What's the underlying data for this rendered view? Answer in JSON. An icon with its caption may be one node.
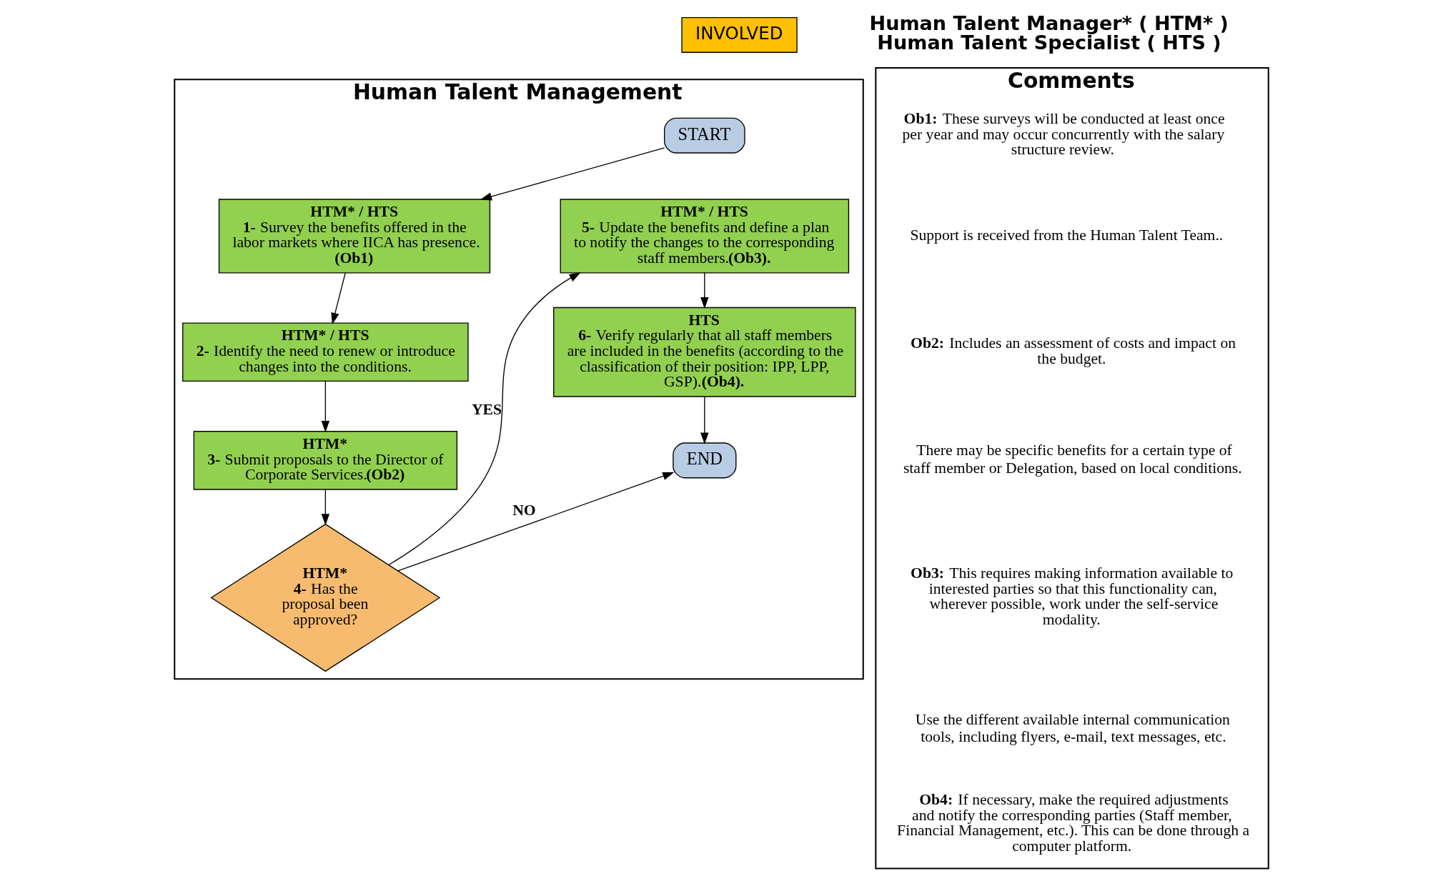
{
  "diagram": {
    "nodes": [
      {
        "text": [
          "INVOLVED"
        ]
      },
      {
        "text": [
          "Human Talent Management"
        ]
      },
      {
        "text": [
          "Comments"
        ]
      },
      {
        "text": [
          "START"
        ],
        "in": 1
      },
      {
        "text": [
          "HTM* / HTS",
          "**1-** Survey the benefits offered in the labor markets where IICA has presence. **(Ob1)**"
        ],
        "in": 1
      },
      {
        "text": [
          "HTM* / HTS",
          "**2-** Identify the need to renew or introduce changes into the conditions."
        ],
        "in": 1
      },
      {
        "text": [
          "HTM*",
          "**3-** Submit proposals to the Director of Corporate Services.**(Ob2)**"
        ],
        "in": 1
      },
      {
        "text": [
          "HTM*",
          "**4-** Has the proposal been approved?"
        ],
        "in": 1
      },
      {
        "text": [
          "HTM* / HTS",
          "**5-** Update the benefits and define a plan to notify the changes to the corresponding staff members.**(Ob3).**"
        ],
        "in": 1
      },
      {
        "text": [
          "HTS",
          "**6-** Verify regularly that all staff members are included in the benefits (according to the classification of their position: IPP, LPP, GSP).**(Ob4).**"
        ],
        "in": 1
      },
      {
        "text": [
          "END"
        ],
        "in": 1
      }
    ],
    "edges": [
      {
        "from": 3,
        "to": 4,
        "arrow": "to"
      },
      {
        "from": 4,
        "to": 5,
        "arrow": "to"
      },
      {
        "from": 5,
        "to": 6,
        "arrow": "to"
      },
      {
        "from": 6,
        "to": 7,
        "arrow": "to"
      },
      {
        "from": 7,
        "to": 8,
        "arrow": "to",
        "label": "YES"
      },
      {
        "from": 8,
        "to": 9,
        "arrow": "to"
      },
      {
        "from": 9,
        "to": 10,
        "arrow": "to"
      },
      {
        "from": 7,
        "to": 10,
        "arrow": "to",
        "label": "NO"
      }
    ],
    "labels": [
      "Human Talent Manager* ( HTM* )",
      "Human Talent Specialist ( HTS )",
      "**Ob1:** These surveys will be conducted at least once per year and may occur concurrently with the salary structure review.",
      "Support is received from the Human Talent Team..",
      "**Ob2:** Includes an assessment of costs and impact on the budget.",
      "There may be specific benefits for a certain type of staff member or Delegation, based on local conditions.",
      "**Ob3:** This requires making information available to interested parties so that this functionality can, wherever possible, work under the self-service modality.",
      "Use the different available internal communication tools, including flyers, e-mail, text messages, etc.",
      "**Ob4:** If necessary, make the required adjustments and notify the corresponding parties (Staff member, Financial Management, etc.). This can be done through a computer platform."
    ]
  }
}
